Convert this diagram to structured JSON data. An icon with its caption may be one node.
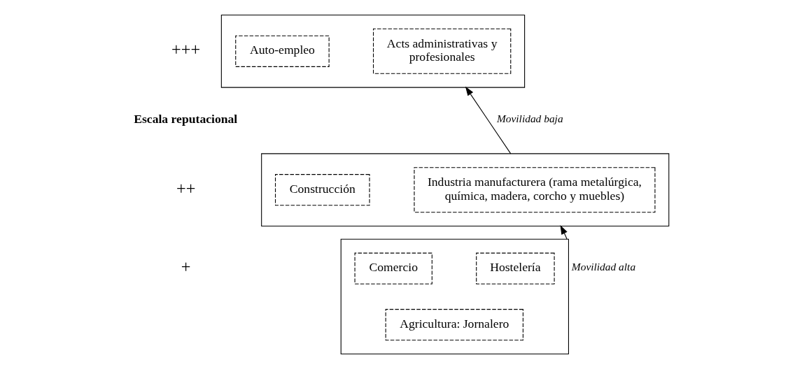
{
  "diagram": {
    "nodes": [
      {
        "text": [],
        "shape": "box"
      },
      {
        "text": [
          "Auto-empleo"
        ],
        "in": 0
      },
      {
        "text": [
          "Acts administrativas y profesionales"
        ],
        "in": 0
      },
      {
        "text": [],
        "shape": "box"
      },
      {
        "text": [
          "Construcción"
        ],
        "in": 3
      },
      {
        "text": [
          "Industria manufacturera (rama metalúrgica, química, madera, corcho y muebles)"
        ],
        "in": 3
      },
      {
        "text": [],
        "shape": "box"
      },
      {
        "text": [
          "Comercio"
        ],
        "in": 6
      },
      {
        "text": [
          "Hostelería"
        ],
        "in": 6
      },
      {
        "text": [
          "Agricultura: Jornalero"
        ],
        "in": 6
      }
    ],
    "edges": [
      {
        "from": 6,
        "to": 3,
        "arrow": "to",
        "label": "Movilidad alta"
      },
      {
        "from": 3,
        "to": 0,
        "arrow": "to",
        "label": "Movilidad baja"
      }
    ],
    "labels": [
      "+++",
      "Escala reputacional",
      "++",
      "+"
    ]
  }
}
